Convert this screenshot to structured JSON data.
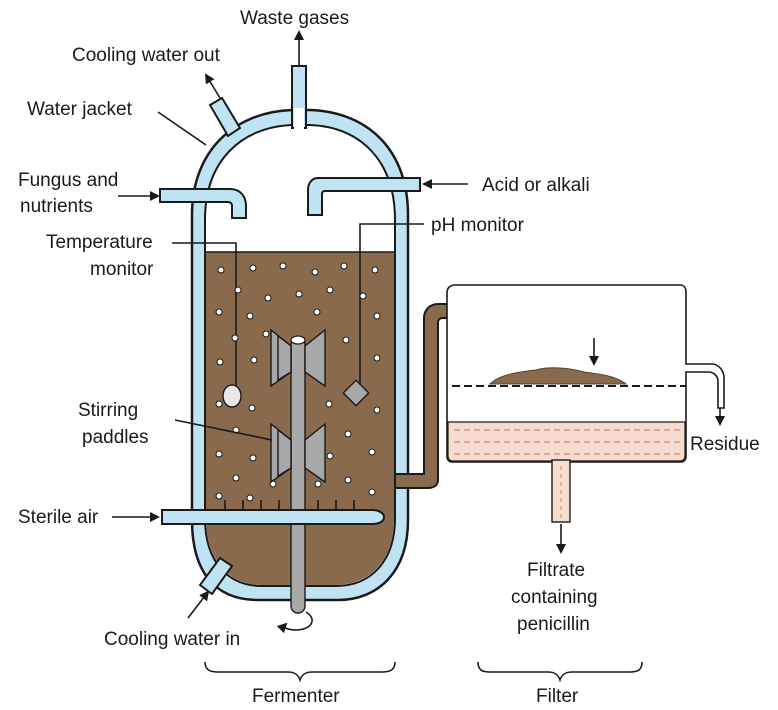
{
  "labels": {
    "waste_gases": "Waste gases",
    "cooling_water_out": "Cooling water out",
    "water_jacket": "Water jacket",
    "fungus_line1": "Fungus and",
    "fungus_line2": "nutrients",
    "temperature_line1": "Temperature",
    "temperature_line2": "monitor",
    "stirring_line1": "Stirring",
    "stirring_line2": "paddles",
    "sterile_air": "Sterile air",
    "cooling_water_in": "Cooling water in",
    "acid_or_alkali": "Acid or alkali",
    "ph_monitor": "pH monitor",
    "residue": "Residue",
    "filtrate_line1": "Filtrate",
    "filtrate_line2": "containing",
    "filtrate_line3": "penicillin",
    "fermenter": "Fermenter",
    "filter": "Filter"
  },
  "colors": {
    "water_jacket": "#bfe3f2",
    "broth": "#8a6a4c",
    "filtrate": "#f6dccf",
    "paddles": "#a8a8a8",
    "outline": "#1a1a1a"
  }
}
